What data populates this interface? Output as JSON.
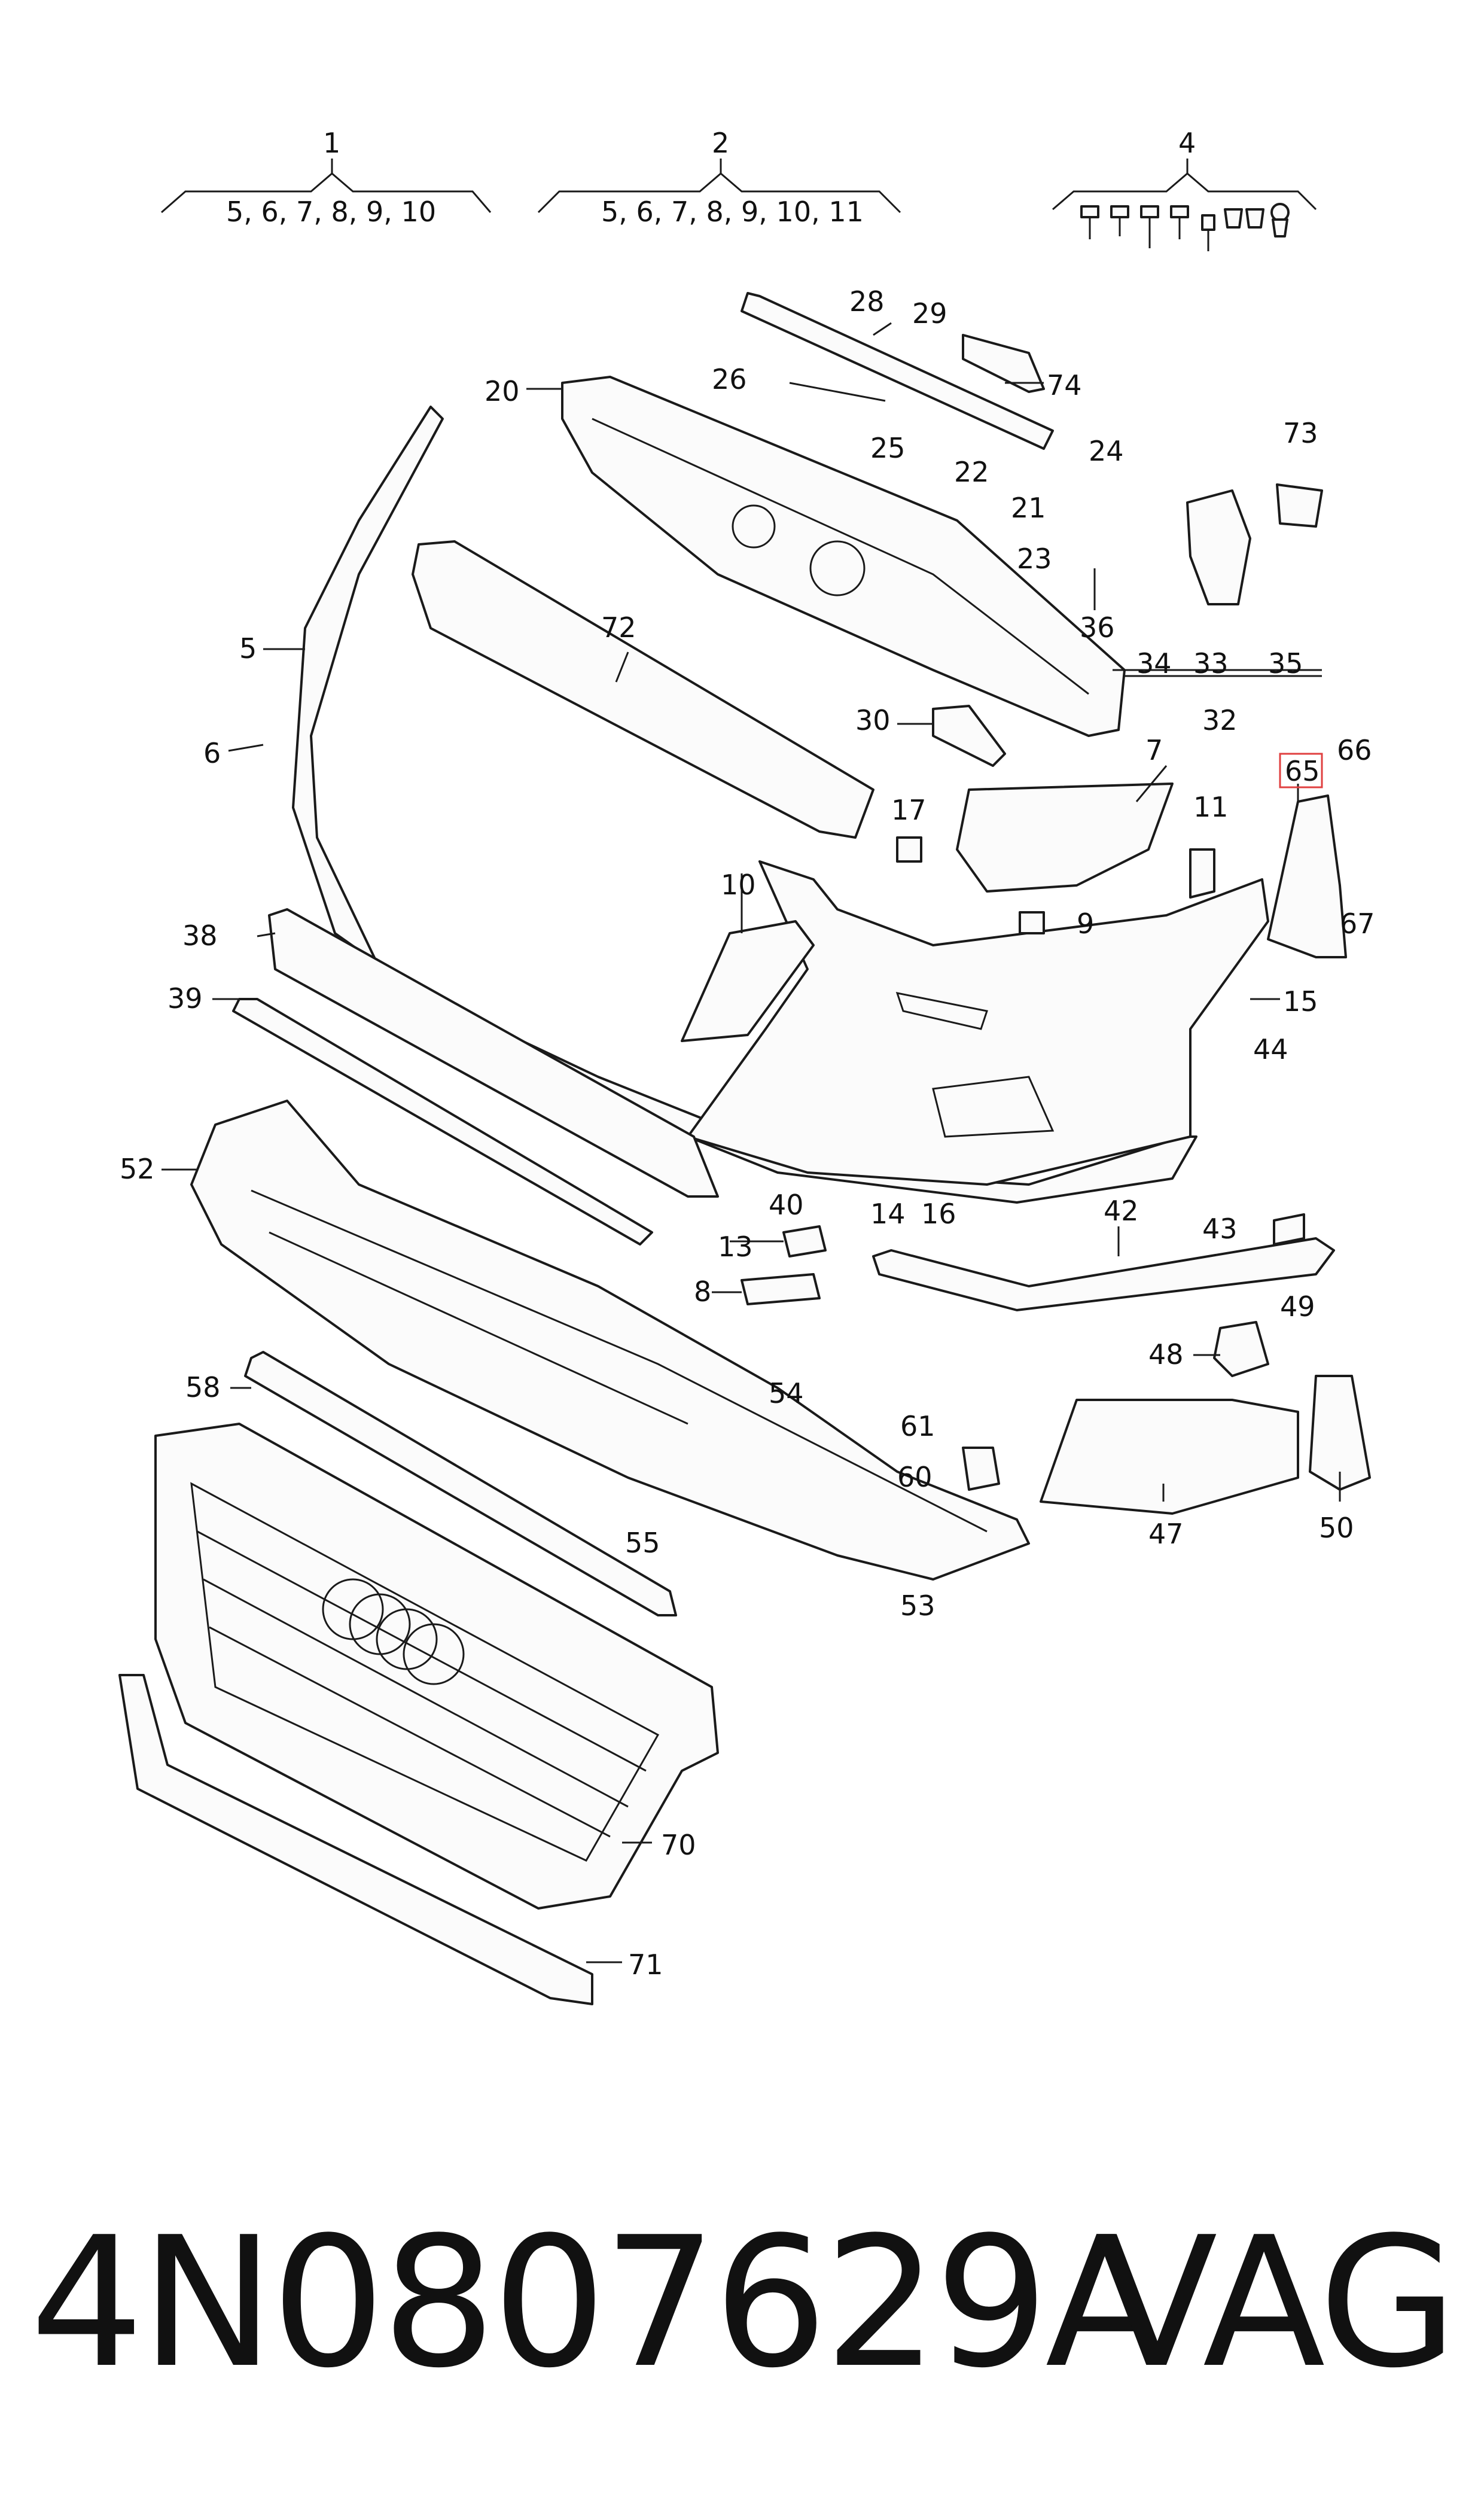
{
  "diagram": {
    "groups": [
      {
        "number": "1",
        "items": "5, 6, 7, 8, 9, 10"
      },
      {
        "number": "2",
        "items": "5, 6, 7, 8, 9, 10, 11"
      },
      {
        "number": "4",
        "items": ""
      }
    ],
    "callouts": [
      "5",
      "6",
      "7",
      "8",
      "9",
      "10",
      "11",
      "13",
      "14",
      "15",
      "16",
      "17",
      "20",
      "21",
      "22",
      "23",
      "24",
      "25",
      "26",
      "28",
      "29",
      "30",
      "32",
      "33",
      "34",
      "35",
      "36",
      "38",
      "39",
      "40",
      "42",
      "43",
      "44",
      "47",
      "48",
      "49",
      "50",
      "52",
      "53",
      "54",
      "55",
      "58",
      "60",
      "61",
      "65",
      "66",
      "67",
      "71",
      "70",
      "72",
      "73",
      "74"
    ],
    "highlighted": "65",
    "highlight_color": "#e04040"
  },
  "footer": {
    "part_number": "4N0807629A",
    "brand": "VAG"
  }
}
